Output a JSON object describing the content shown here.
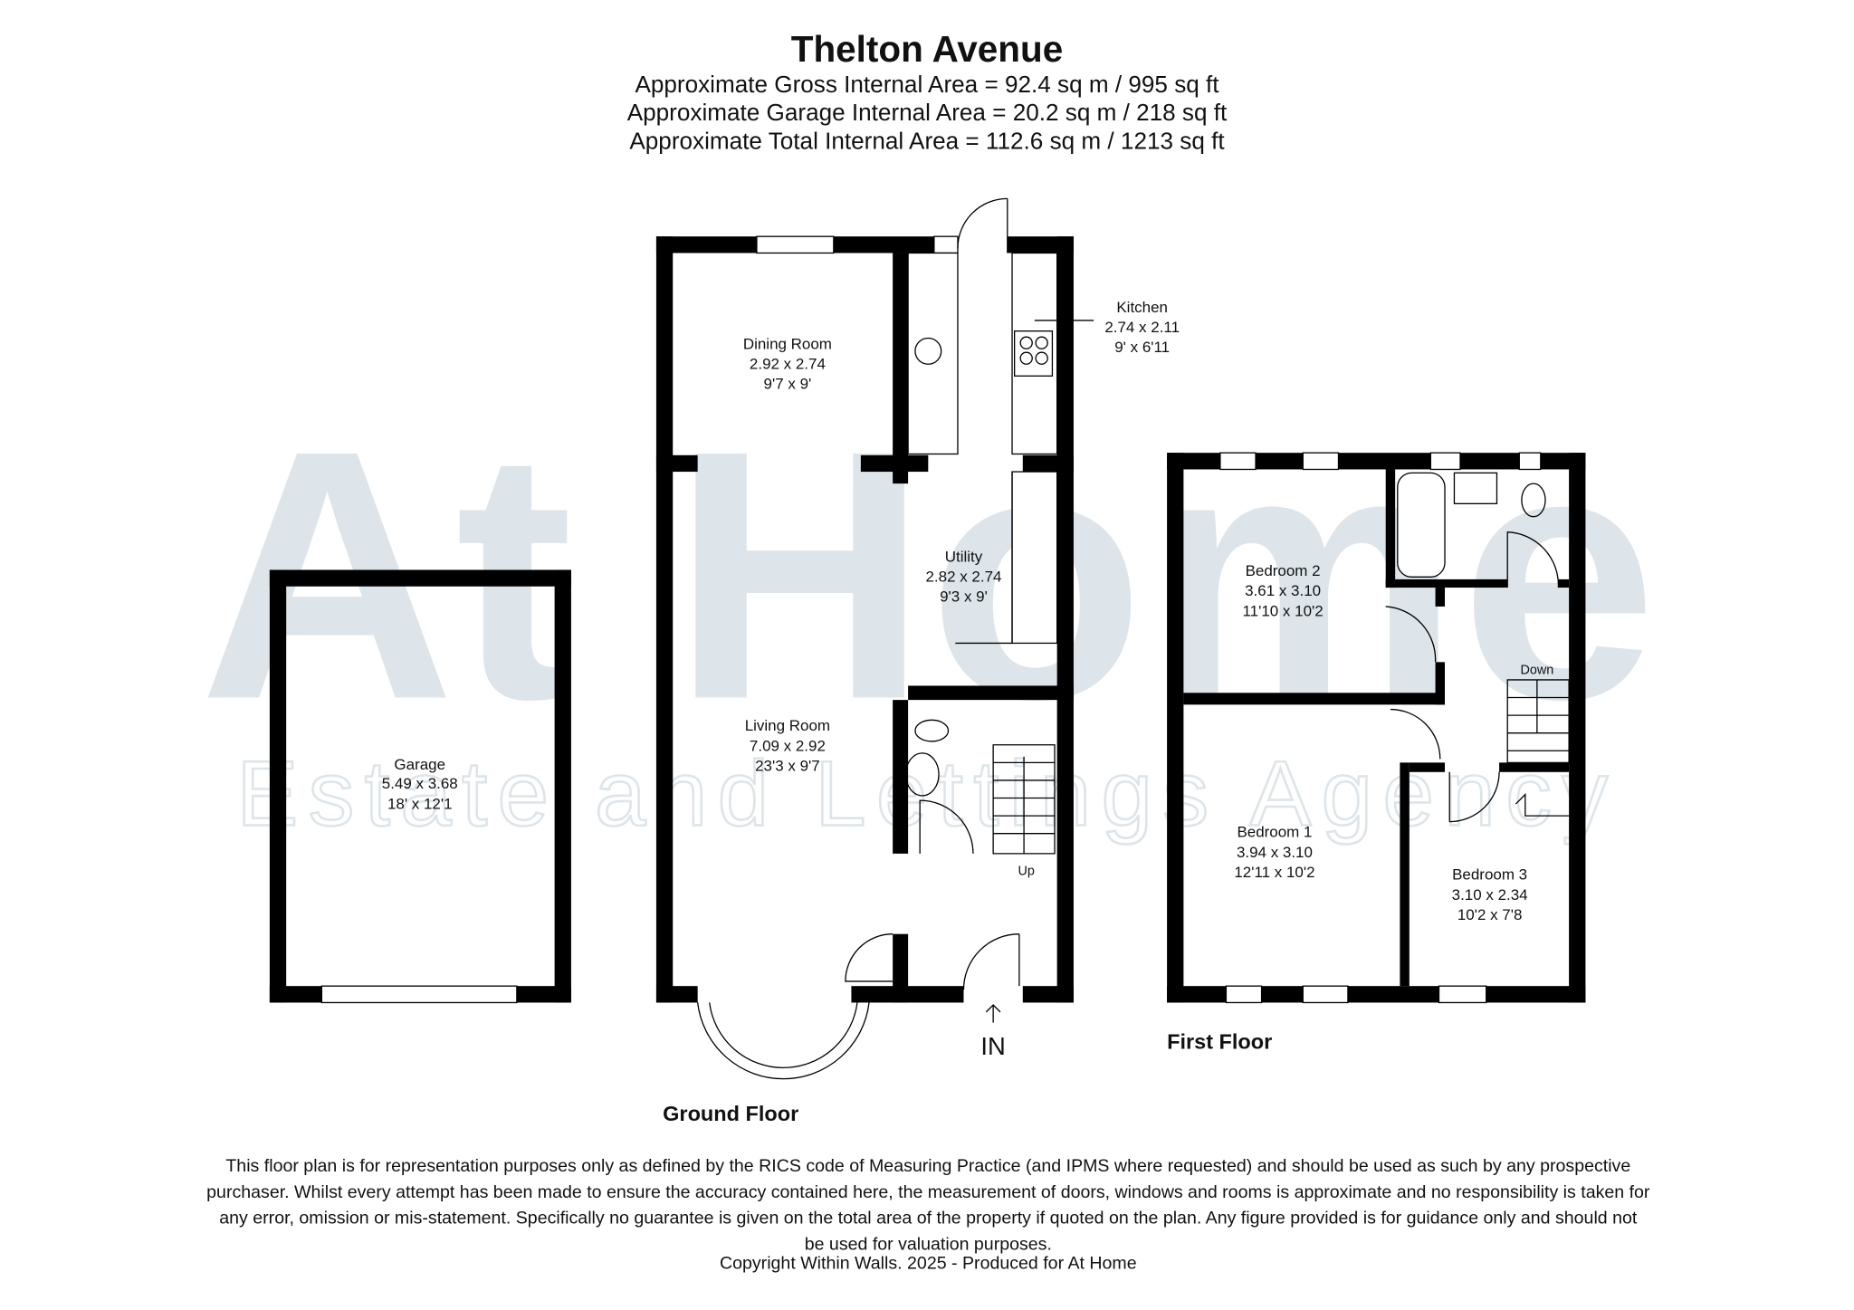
{
  "header": {
    "title": "Thelton Avenue",
    "gross_area": "Approximate Gross Internal Area = 92.4 sq m / 995 sq ft",
    "garage_area": "Approximate Garage Internal Area = 20.2 sq m / 218 sq ft",
    "total_area": "Approximate Total Internal Area = 112.6 sq m / 1213 sq ft"
  },
  "watermark": {
    "brand": "At Home",
    "tagline": "Estate and Lettings Agency",
    "color": "#dde5ea"
  },
  "ground_floor": {
    "label": "Ground Floor",
    "entrance": "IN",
    "stairs_label": "Up",
    "rooms": [
      {
        "name": "Dining Room",
        "metric": "2.92 x 2.74",
        "imperial": "9'7 x 9'"
      },
      {
        "name": "Kitchen",
        "metric": "2.74 x 2.11",
        "imperial": "9' x 6'11"
      },
      {
        "name": "Utility",
        "metric": "2.82 x 2.74",
        "imperial": "9'3 x 9'"
      },
      {
        "name": "Living Room",
        "metric": "7.09 x 2.92",
        "imperial": "23'3 x 9'7"
      }
    ]
  },
  "garage": {
    "name": "Garage",
    "metric": "5.49 x 3.68",
    "imperial": "18' x 12'1"
  },
  "first_floor": {
    "label": "First Floor",
    "stairs_label": "Down",
    "rooms": [
      {
        "name": "Bedroom 2",
        "metric": "3.61 x 3.10",
        "imperial": "11'10 x 10'2"
      },
      {
        "name": "Bedroom 1",
        "metric": "3.94 x 3.10",
        "imperial": "12'11 x 10'2"
      },
      {
        "name": "Bedroom 3",
        "metric": "3.10 x 2.34",
        "imperial": "10'2 x 7'8"
      }
    ]
  },
  "footer": {
    "disclaimer_lines": [
      "This floor plan is for representation purposes only as defined by the RICS code of Measuring Practice (and IPMS where requested) and should be used as such by any prospective",
      "purchaser. Whilst every attempt has been made to ensure the accuracy contained here, the measurement of doors, windows and rooms is approximate and no responsibility is taken for",
      "any error, omission or mis-statement. Specifically no guarantee is given on the total area of the property if quoted on the plan. Any figure provided is for guidance only and should not",
      "be used for valuation purposes."
    ],
    "copyright": "Copyright Within Walls. 2025 - Produced for At Home"
  }
}
